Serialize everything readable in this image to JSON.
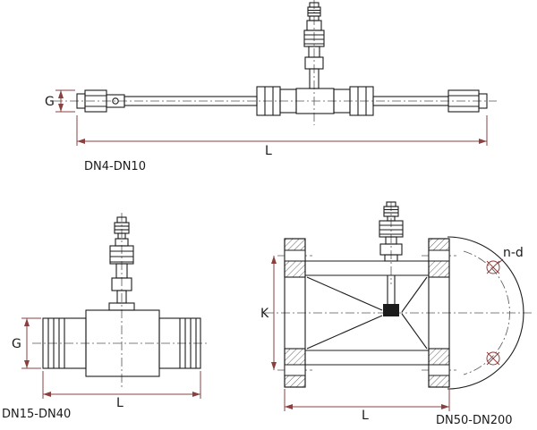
{
  "colors": {
    "line": "#1c1c1c",
    "dimension": "#8b4040",
    "centerline": "#555555",
    "background": "#ffffff",
    "text": "#1a1a1a"
  },
  "drawings": {
    "top": {
      "label": "DN4-DN10",
      "dim_g": "G",
      "dim_l": "L"
    },
    "bottom_left": {
      "label": "DN15-DN40",
      "dim_g": "G",
      "dim_l": "L"
    },
    "bottom_right": {
      "label": "DN50-DN200",
      "dim_k": "K",
      "dim_l": "L",
      "dim_nd": "n-d"
    }
  }
}
